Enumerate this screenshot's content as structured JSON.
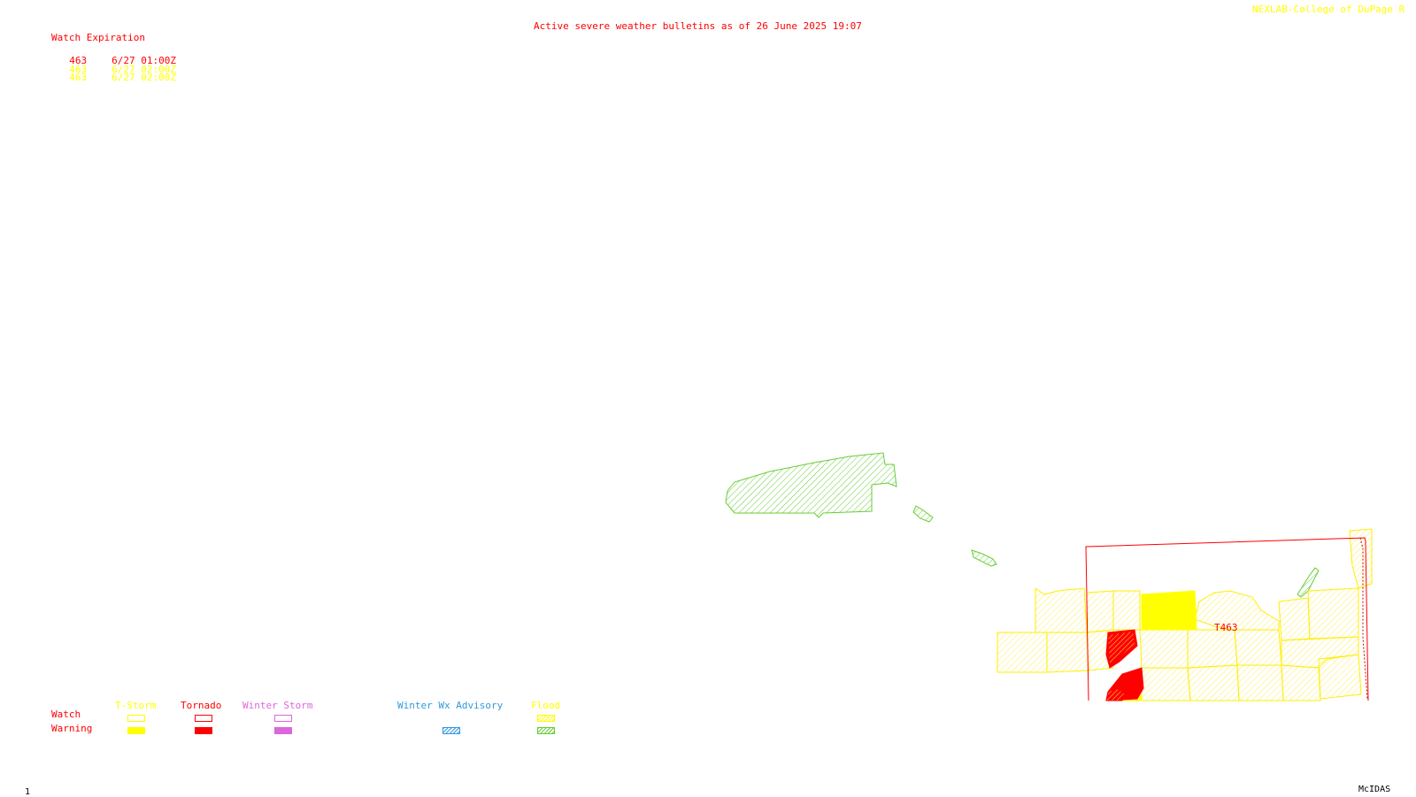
{
  "header": {
    "title": "Active severe weather bulletins as of 26 June 2025 19:07",
    "title_color": "#ff0000",
    "credit": "NEXLAB-College of DuPage R",
    "credit_color": "#ffff00"
  },
  "watches": {
    "header": "Watch Expiration",
    "header_color": "#ff0000",
    "rows": [
      {
        "id": "463",
        "expiration": "6/27 01:00Z",
        "color": "#ff0000"
      },
      {
        "id": "463",
        "expiration": "6/27 02:00Z",
        "color": "#ffff00"
      },
      {
        "id": "463",
        "expiration": "6/27 02:00Z",
        "color": "#ffff00"
      }
    ]
  },
  "map": {
    "watch_box_label": "T463",
    "colors": {
      "tstorm": "#ffff00",
      "tornado": "#ff0000",
      "flood": "#66cc33",
      "winter_storm": "#dd66dd",
      "winter_advisory": "#3399dd"
    }
  },
  "legend": {
    "row_watch": "Watch",
    "row_warning": "Warning",
    "row_color": "#ff0000",
    "categories": [
      {
        "key": "tstorm",
        "label": "T-Storm",
        "color": "#ffff00",
        "watch_style": "outline",
        "warning_style": "solid"
      },
      {
        "key": "tornado",
        "label": "Tornado",
        "color": "#ff0000",
        "watch_style": "outline",
        "warning_style": "solid"
      },
      {
        "key": "winter_storm",
        "label": "Winter Storm",
        "color": "#dd66dd",
        "watch_style": "outline",
        "warning_style": "solid"
      },
      {
        "key": "winter_advisory",
        "label": "Winter Wx Advisory",
        "color": "#3399dd",
        "watch_style": "none",
        "warning_style": "hatched"
      },
      {
        "key": "flood",
        "label": "Flood",
        "color": "#ffff00",
        "watch_style": "hatched",
        "warning_style": "hatched"
      }
    ]
  },
  "footer": {
    "frame": "1",
    "brand": "McIDAS"
  }
}
